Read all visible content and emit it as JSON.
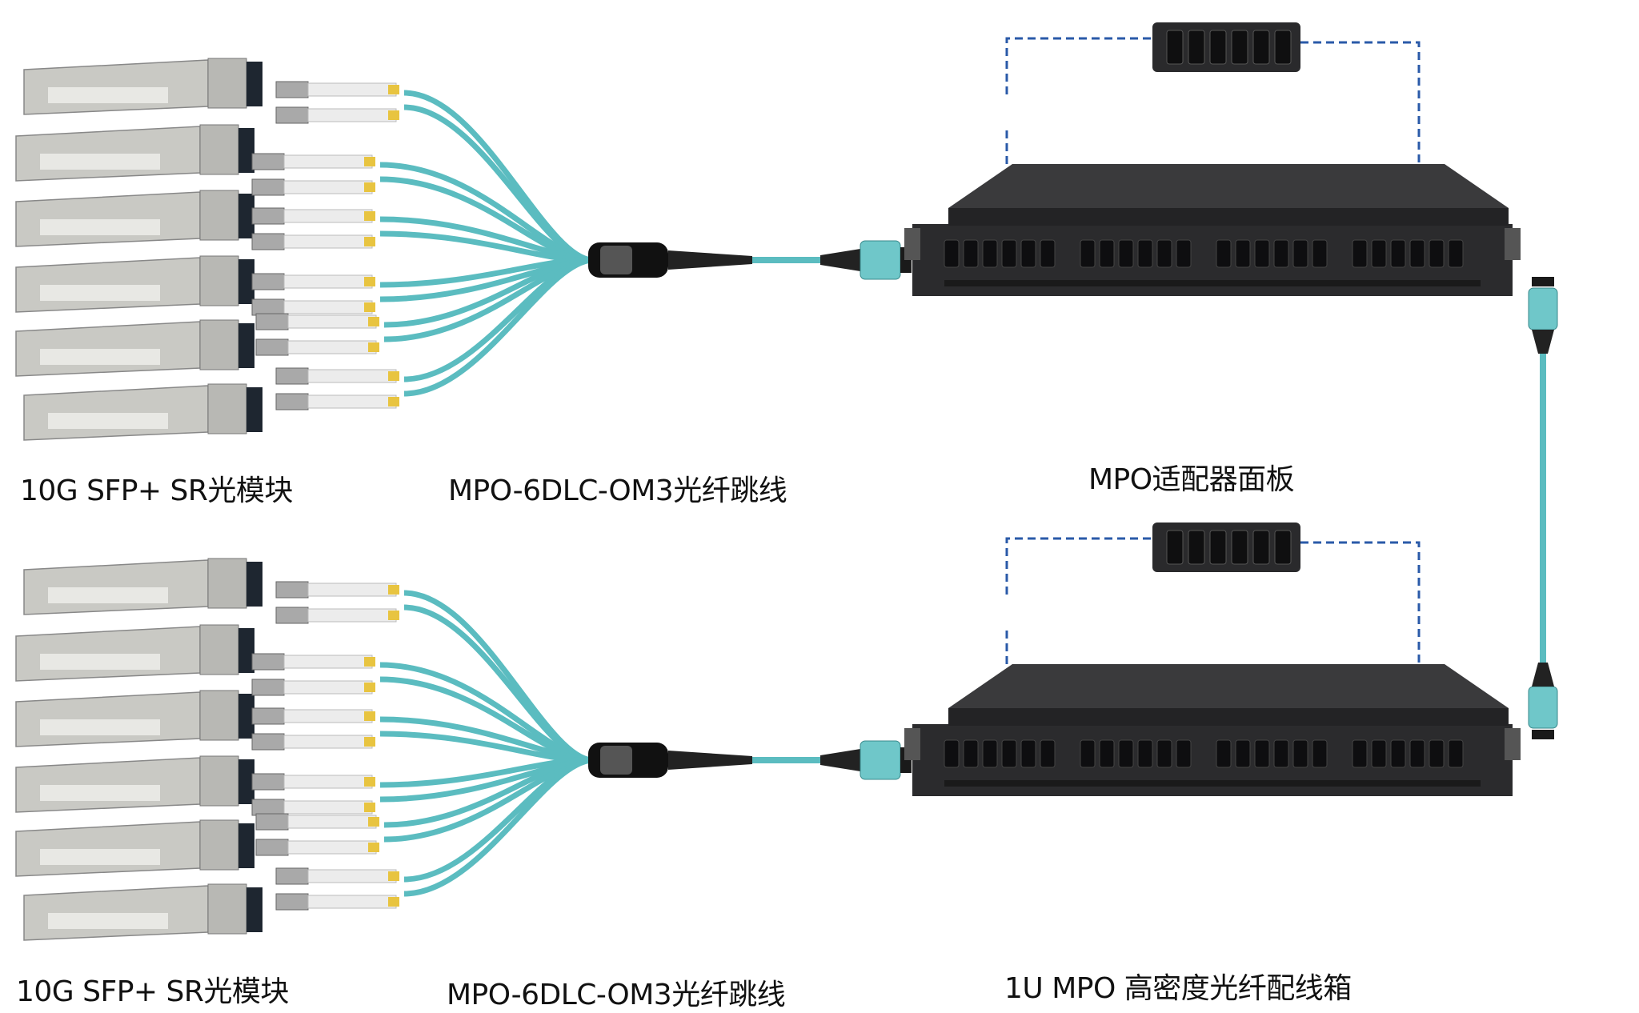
{
  "labels": {
    "top_sfp": "10G SFP+ SR光模块",
    "top_cable": "MPO-6DLC-OM3光纤跳线",
    "adapter_panel": "MPO适配器面板",
    "bottom_sfp": "10G SFP+ SR光模块",
    "bottom_cable": "MPO-6DLC-OM3光纤跳线",
    "enclosure": "1U MPO 高密度光纤配线箱"
  },
  "colors": {
    "fiber": "#5bbcc0",
    "mpo_connector": "#6fc7c9",
    "enclosure": "#2b2b2d",
    "dashed_line": "#2a5aa8",
    "sfp_body": "#c9c9c4"
  }
}
